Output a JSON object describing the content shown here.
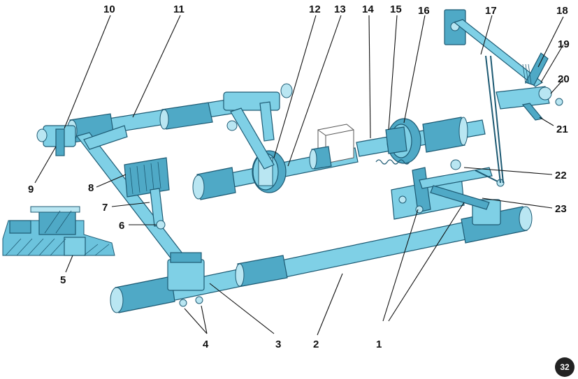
{
  "callouts": {
    "n1": "1",
    "n2": "2",
    "n3": "3",
    "n4": "4",
    "n5": "5",
    "n6": "6",
    "n7": "7",
    "n8": "8",
    "n9": "9",
    "n10": "10",
    "n11": "11",
    "n12": "12",
    "n13": "13",
    "n14": "14",
    "n15": "15",
    "n16": "16",
    "n17": "17",
    "n18": "18",
    "n19": "19",
    "n20": "20",
    "n21": "21",
    "n22": "22",
    "n23": "23"
  },
  "page_number": "32",
  "colors": {
    "part_fill": "#7fd0e6",
    "part_outline": "#1d5a73",
    "badge": "#222222"
  }
}
